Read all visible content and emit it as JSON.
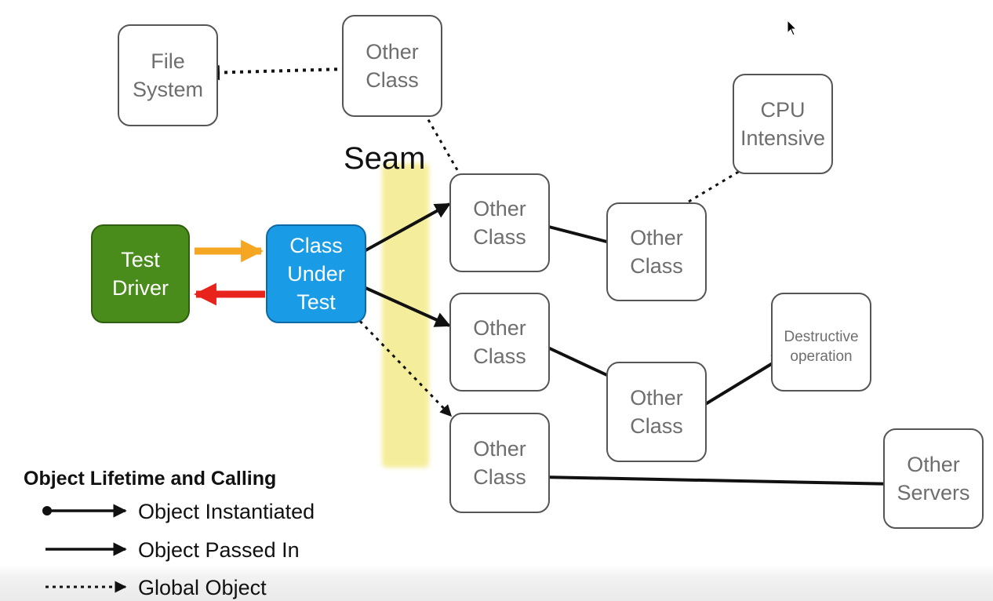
{
  "seam": {
    "label": "Seam",
    "color": "#f4ee9c"
  },
  "nodes": {
    "file_system": {
      "label": "File\nSystem"
    },
    "other_top": {
      "label": "Other\nClass"
    },
    "cpu_intensive": {
      "label": "CPU\nIntensive"
    },
    "test_driver": {
      "label": "Test\nDriver",
      "color": "#4a8c1c"
    },
    "class_under_test": {
      "label": "Class\nUnder\nTest",
      "color": "#1a9be6"
    },
    "other_1": {
      "label": "Other\nClass"
    },
    "other_2": {
      "label": "Other\nClass"
    },
    "other_3": {
      "label": "Other\nClass"
    },
    "other_4": {
      "label": "Other\nClass"
    },
    "other_5": {
      "label": "Other\nClass"
    },
    "destructive": {
      "label": "Destructive\noperation"
    },
    "other_servers": {
      "label": "Other\nServers"
    }
  },
  "edges": [
    {
      "from": "other_top",
      "to": "file_system",
      "style": "global"
    },
    {
      "from": "other_1",
      "to": "other_top",
      "style": "global"
    },
    {
      "from": "other_4",
      "to": "cpu_intensive",
      "style": "global"
    },
    {
      "from": "test_driver",
      "to": "class_under_test",
      "style": "call",
      "color": "#f5a623"
    },
    {
      "from": "class_under_test",
      "to": "test_driver",
      "style": "call",
      "color": "#e8231b"
    },
    {
      "from": "class_under_test",
      "to": "other_1",
      "style": "instantiated"
    },
    {
      "from": "class_under_test",
      "to": "other_2",
      "style": "instantiated"
    },
    {
      "from": "class_under_test",
      "to": "other_3",
      "style": "global"
    },
    {
      "from": "other_1",
      "to": "other_4",
      "style": "instantiated"
    },
    {
      "from": "other_2",
      "to": "other_5",
      "style": "instantiated"
    },
    {
      "from": "other_5",
      "to": "destructive",
      "style": "instantiated"
    },
    {
      "from": "other_3",
      "to": "other_servers",
      "style": "passed"
    }
  ],
  "legend": {
    "title": "Object Lifetime and Calling",
    "items": [
      {
        "label": "Object Instantiated",
        "style": "instantiated"
      },
      {
        "label": "Object Passed In",
        "style": "passed"
      },
      {
        "label": "Global Object",
        "style": "global"
      }
    ]
  }
}
